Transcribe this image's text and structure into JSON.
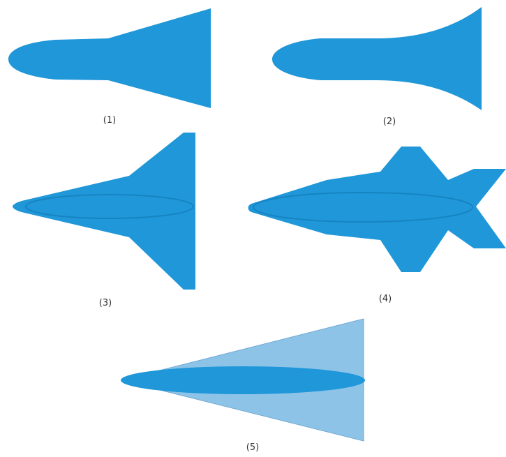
{
  "colors": {
    "body": "#1f97d8",
    "body_outline": "#1784c2",
    "wedge_light": "#8ec3e8",
    "wedge_edge": "#6fa9d6",
    "caption_text": "#333333"
  },
  "figures": [
    {
      "label": "(1)"
    },
    {
      "label": "(2)"
    },
    {
      "label": "(3)"
    },
    {
      "label": "(4)"
    },
    {
      "label": "(5)"
    }
  ]
}
